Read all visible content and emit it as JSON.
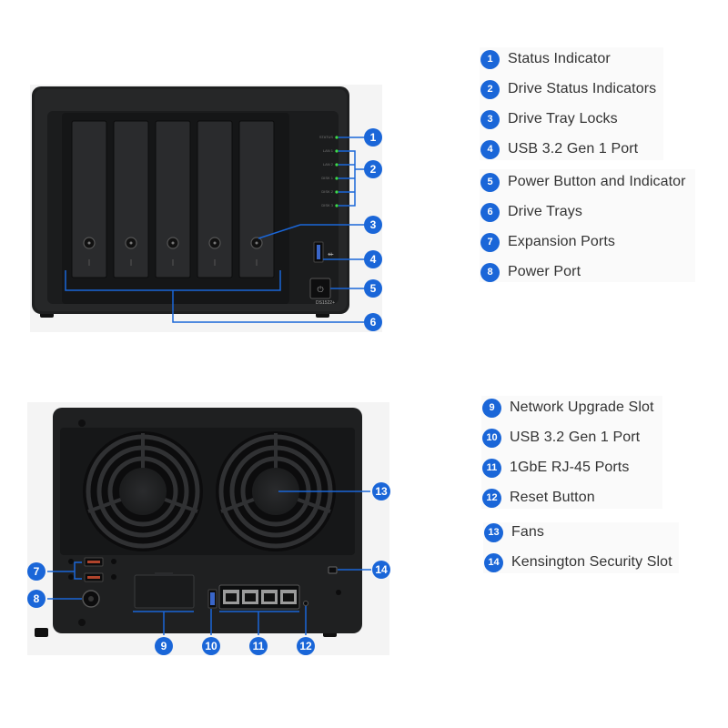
{
  "front_legend": [
    {
      "n": "1",
      "label": "Status Indicator"
    },
    {
      "n": "2",
      "label": "Drive Status Indicators"
    },
    {
      "n": "3",
      "label": "Drive Tray Locks"
    },
    {
      "n": "4",
      "label": "USB 3.2 Gen 1 Port"
    },
    {
      "n": "5",
      "label": "Power Button and Indicator"
    },
    {
      "n": "6",
      "label": "Drive Trays"
    },
    {
      "n": "7",
      "label": "Expansion Ports"
    },
    {
      "n": "8",
      "label": "Power Port"
    }
  ],
  "back_legend": [
    {
      "n": "9",
      "label": "Network Upgrade Slot"
    },
    {
      "n": "10",
      "label": "USB 3.2 Gen 1 Port"
    },
    {
      "n": "11",
      "label": "1GbE RJ-45 Ports"
    },
    {
      "n": "12",
      "label": "Reset Button"
    },
    {
      "n": "13",
      "label": "Fans"
    },
    {
      "n": "14",
      "label": "Kensington Security Slot"
    }
  ],
  "front_panel": {
    "led_labels": [
      "STATUS",
      "LAN 1",
      "LAN 2",
      "DISK 1",
      "DISK 2",
      "DISK 3"
    ],
    "model": "DS1522+"
  },
  "front_callouts": [
    "1",
    "2",
    "3",
    "4",
    "5",
    "6"
  ],
  "back_callouts": [
    "7",
    "8",
    "9",
    "10",
    "11",
    "12",
    "13",
    "14"
  ],
  "colors": {
    "callout_blue": "#1a66d8",
    "device_body": "#232425",
    "led_green": "#3ddc4c"
  }
}
